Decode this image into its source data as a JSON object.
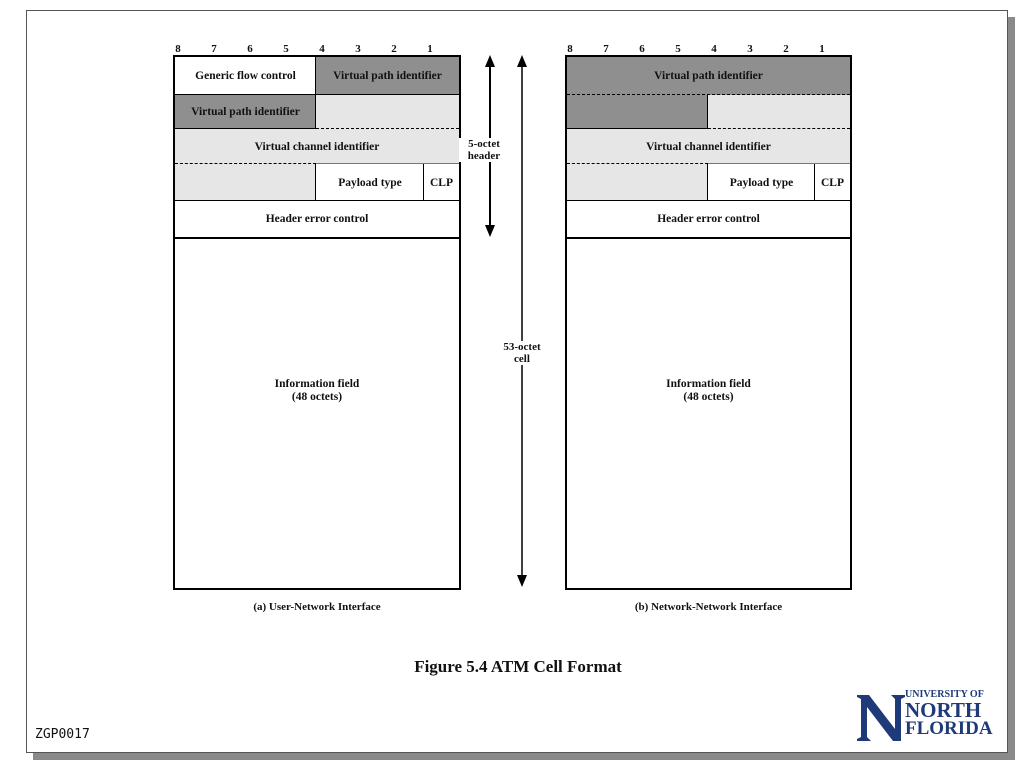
{
  "bit_numbers": [
    "8",
    "7",
    "6",
    "5",
    "4",
    "3",
    "2",
    "1"
  ],
  "uni": {
    "generic_flow_control": "Generic flow control",
    "vpi_top": "Virtual path identifier",
    "vpi_left": "Virtual path identifier",
    "vci": "Virtual channel identifier",
    "payload_type": "Payload type",
    "clp": "CLP",
    "hec": "Header error control",
    "info_line1": "Information field",
    "info_line2": "(48 octets)",
    "caption": "(a) User-Network Interface"
  },
  "nni": {
    "vpi": "Virtual path identifier",
    "vci": "Virtual channel identifier",
    "payload_type": "Payload type",
    "clp": "CLP",
    "hec": "Header error control",
    "info_line1": "Information field",
    "info_line2": "(48 octets)",
    "caption": "(b) Network-Network Interface"
  },
  "header_dim": {
    "line1": "5-octet",
    "line2": "header"
  },
  "cell_dim": {
    "line1": "53-octet",
    "line2": "cell"
  },
  "figure_title": "Figure 5.4  ATM Cell Format",
  "footer_id": "ZGP0017",
  "logo": {
    "line1": "UNIVERSITY OF",
    "line2": "NORTH",
    "line3": "FLORIDA",
    "color": "#1f3a78"
  },
  "colors": {
    "shade_light": "#e6e6e6",
    "shade_dark": "#8f8f8f"
  }
}
